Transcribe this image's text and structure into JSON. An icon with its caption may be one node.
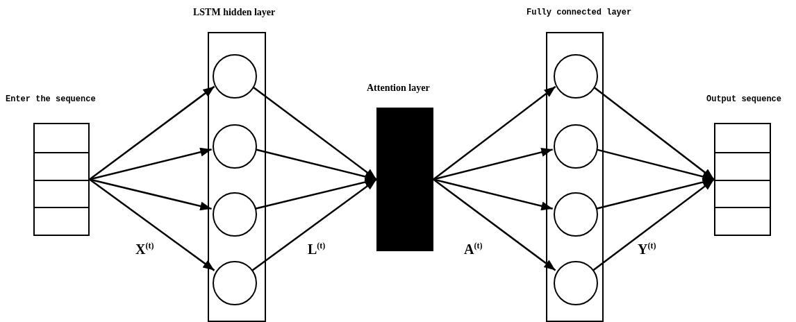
{
  "diagram": {
    "nodes": [
      {
        "text": [
          "Enter the sequence"
        ]
      },
      {
        "text": [
          "LSTM hidden layer"
        ]
      },
      {
        "text": [],
        "shape": "circle",
        "in": 1
      },
      {
        "text": [],
        "shape": "circle",
        "in": 1
      },
      {
        "text": [],
        "shape": "circle",
        "in": 1
      },
      {
        "text": [],
        "shape": "circle",
        "in": 1
      },
      {
        "text": [
          "Attention layer"
        ]
      },
      {
        "text": [
          "Fully connected layer"
        ]
      },
      {
        "text": [],
        "shape": "circle",
        "in": 7
      },
      {
        "text": [],
        "shape": "circle",
        "in": 7
      },
      {
        "text": [],
        "shape": "circle",
        "in": 7
      },
      {
        "text": [],
        "shape": "circle",
        "in": 7
      },
      {
        "text": [
          "Output sequence"
        ]
      }
    ],
    "edges": [
      {
        "from": 0,
        "to": 2,
        "arrow": "to"
      },
      {
        "from": 0,
        "to": 3,
        "arrow": "to"
      },
      {
        "from": 0,
        "to": 4,
        "arrow": "to"
      },
      {
        "from": 0,
        "to": 5,
        "arrow": "to"
      },
      {
        "from": 2,
        "to": 6,
        "arrow": "to"
      },
      {
        "from": 3,
        "to": 6,
        "arrow": "to"
      },
      {
        "from": 4,
        "to": 6,
        "arrow": "to"
      },
      {
        "from": 5,
        "to": 6,
        "arrow": "to"
      },
      {
        "from": 6,
        "to": 8,
        "arrow": "to"
      },
      {
        "from": 6,
        "to": 9,
        "arrow": "to"
      },
      {
        "from": 6,
        "to": 10,
        "arrow": "to"
      },
      {
        "from": 6,
        "to": 11,
        "arrow": "to"
      },
      {
        "from": 8,
        "to": 12,
        "arrow": "to"
      },
      {
        "from": 9,
        "to": 12,
        "arrow": "to"
      },
      {
        "from": 10,
        "to": 12,
        "arrow": "to"
      },
      {
        "from": 11,
        "to": 12,
        "arrow": "to"
      }
    ],
    "labels": [
      "X$^{(t)}$",
      "L$^{(t)}$",
      "A$^{(t)}$",
      "Y$^{(t)}$"
    ]
  }
}
